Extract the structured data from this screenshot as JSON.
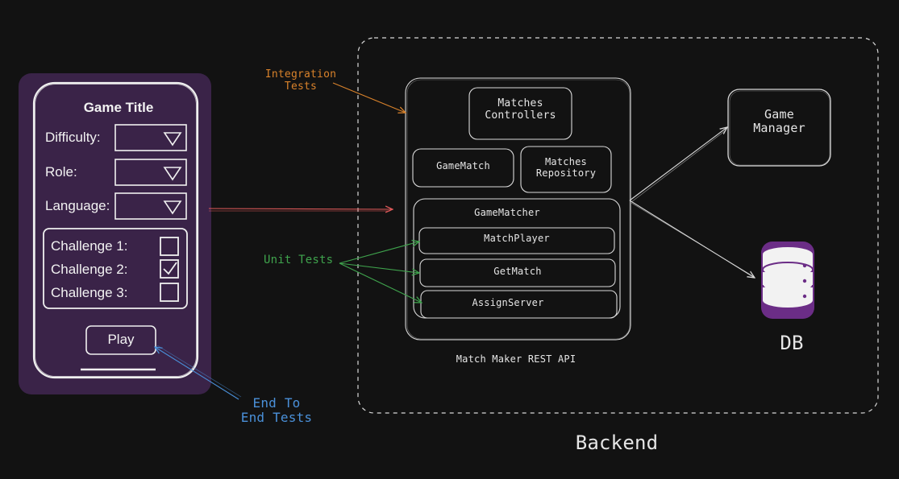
{
  "colors": {
    "background": "#121212",
    "stroke": "#d9d9d9",
    "phone_fill": "#3a2348",
    "integration": "#d9822b",
    "unit": "#3fa34d",
    "e2e": "#4a90d9",
    "request_arrow": "#e05a5a",
    "db_fill": "#3a2348",
    "db_border": "#6b2d86"
  },
  "mobile_app": {
    "title": "Game Title",
    "fields": [
      {
        "label": "Difficulty:"
      },
      {
        "label": "Role:"
      },
      {
        "label": "Language:"
      }
    ],
    "challenges": [
      {
        "label": "Challenge 1:",
        "checked": false
      },
      {
        "label": "Challenge 2:",
        "checked": true
      },
      {
        "label": "Challenge 3:",
        "checked": false
      }
    ],
    "play_button": "Play"
  },
  "backend": {
    "label": "Backend",
    "api": {
      "label": "Match Maker REST API",
      "matches_controllers": "Matches\nControllers",
      "game_match": "GameMatch",
      "matches_repository": "Matches\nRepository",
      "game_matcher": {
        "title": "GameMatcher",
        "methods": [
          "MatchPlayer",
          "GetMatch",
          "AssignServer"
        ]
      }
    },
    "game_manager": "Game\nManager",
    "db": "DB"
  },
  "test_labels": {
    "integration": "Integration\nTests",
    "unit": "Unit Tests",
    "end_to_end": "End To\nEnd Tests"
  },
  "icons": {
    "dropdown": "triangle-down-icon",
    "checkbox": "checkbox-icon",
    "database": "database-icon"
  }
}
